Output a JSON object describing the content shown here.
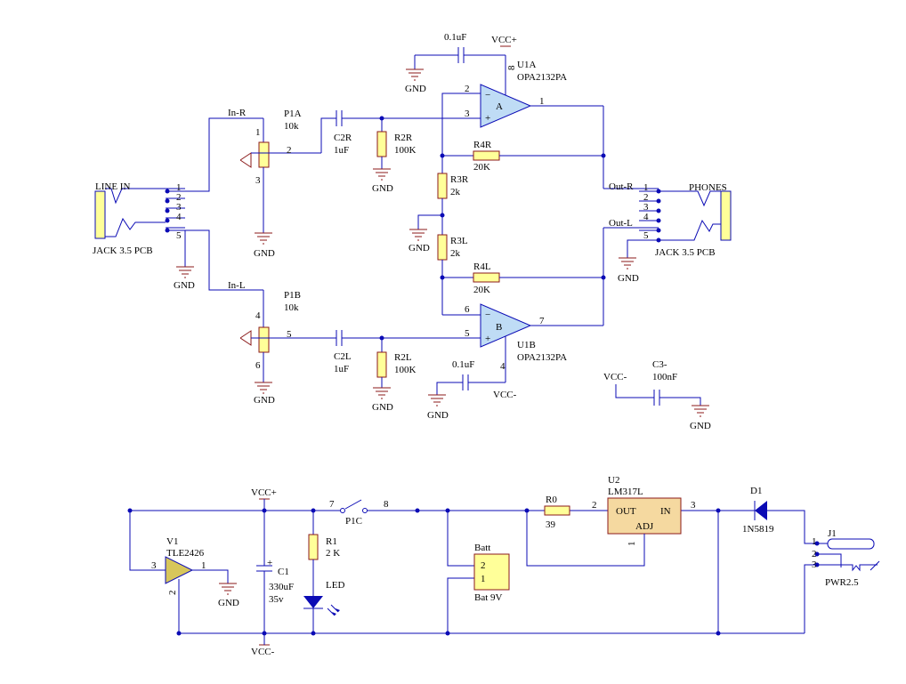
{
  "colors": {
    "wire": "#0b0bb5",
    "power": "#8b1a1a",
    "part_fill": "#ffff99",
    "opamp_fill": "#bfdcf5",
    "regulator_fill": "#f5d9a0",
    "buffer_fill": "#d7c65a",
    "led_fill": "#0b0bb5"
  },
  "nets": {
    "in_r": "In-R",
    "in_l": "In-L",
    "out_r": "Out-R",
    "out_l": "Out-L"
  },
  "power": {
    "gnd": "GND",
    "vcc_plus": "VCC+",
    "vcc_minus": "VCC-",
    "vcc_minus_label": "VCC-"
  },
  "jack_in": {
    "name": "LINE IN",
    "part": "JACK 3.5 PCB",
    "pins": [
      "1",
      "2",
      "3",
      "4",
      "5"
    ]
  },
  "jack_out": {
    "name": "PHONES",
    "part": "JACK 3.5 PCB",
    "pins": [
      "1",
      "2",
      "3",
      "4",
      "5"
    ]
  },
  "p1a": {
    "ref": "P1A",
    "value": "10k",
    "pin_top": "1",
    "pin_wiper": "2",
    "pin_bottom": "3"
  },
  "p1b": {
    "ref": "P1B",
    "value": "10k",
    "pin_top": "4",
    "pin_wiper": "5",
    "pin_bottom": "6"
  },
  "c2r": {
    "ref": "C2R",
    "value": "1uF"
  },
  "c2l": {
    "ref": "C2L",
    "value": "1uF"
  },
  "r2r": {
    "ref": "R2R",
    "value": "100K"
  },
  "r2l": {
    "ref": "R2L",
    "value": "100K"
  },
  "r3r": {
    "ref": "R3R",
    "value": "2k"
  },
  "r3l": {
    "ref": "R3L",
    "value": "2k"
  },
  "r4r": {
    "ref": "R4R",
    "value": "20K"
  },
  "r4l": {
    "ref": "R4L",
    "value": "20K"
  },
  "u1a": {
    "ref": "U1A",
    "part": "OPA2132PA",
    "unit": "A",
    "pin_inv": "2",
    "pin_noninv": "3",
    "pin_out": "1",
    "pin_power": "8"
  },
  "u1b": {
    "ref": "U1B",
    "part": "OPA2132PA",
    "unit": "B",
    "pin_inv": "6",
    "pin_noninv": "5",
    "pin_out": "7",
    "pin_power": "4"
  },
  "c_top": {
    "value": "0.1uF"
  },
  "c_bottom": {
    "value": "0.1uF"
  },
  "c3": {
    "ref": "C3-",
    "value": "100nF"
  },
  "v1": {
    "ref": "V1",
    "part": "TLE2426",
    "pin_in": "3",
    "pin_out": "1",
    "pin_gnd": "2"
  },
  "c1": {
    "ref": "C1",
    "value": "330uF",
    "rating": "35v",
    "plus": "+"
  },
  "r1": {
    "ref": "R1",
    "value": "2 K"
  },
  "led": {
    "ref": "LED"
  },
  "p1c": {
    "ref": "P1C",
    "pin_a": "7",
    "pin_b": "8"
  },
  "batt": {
    "ref": "Batt",
    "part": "Bat 9V",
    "pin_top": "2",
    "pin_bottom": "1"
  },
  "r0": {
    "ref": "R0",
    "value": "39"
  },
  "u2": {
    "ref": "U2",
    "part": "LM317L",
    "out": "OUT",
    "in": "IN",
    "adj": "ADJ",
    "pin_out": "2",
    "pin_in": "3",
    "pin_adj": "1"
  },
  "d1": {
    "ref": "D1",
    "part": "1N5819"
  },
  "j1": {
    "ref": "J1",
    "part": "PWR2.5",
    "pins": [
      "1",
      "2",
      "3"
    ]
  }
}
